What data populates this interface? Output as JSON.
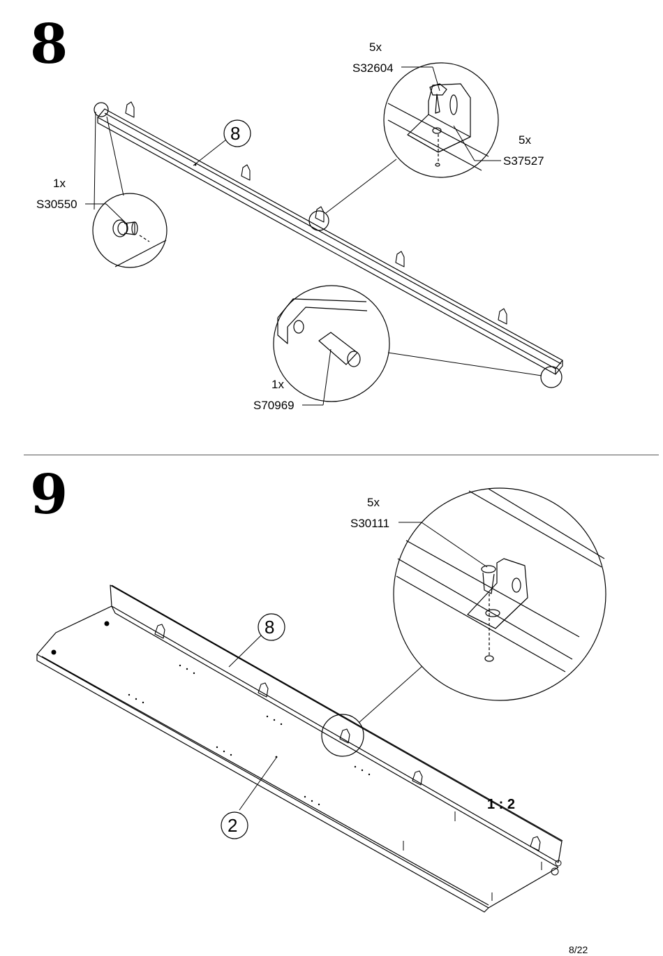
{
  "steps": [
    {
      "number": "8",
      "callouts": [
        {
          "qty": "5x",
          "code": "S32604"
        },
        {
          "qty": "5x",
          "code": "S37527"
        },
        {
          "qty": "1x",
          "code": "S30550"
        },
        {
          "qty": "1x",
          "code": "S70969"
        }
      ],
      "part_label": "8"
    },
    {
      "number": "9",
      "callouts": [
        {
          "qty": "5x",
          "code": "S30111"
        }
      ],
      "part_labels": [
        "8",
        "2"
      ],
      "scale": "1 : 2"
    }
  ],
  "page": "8/22"
}
